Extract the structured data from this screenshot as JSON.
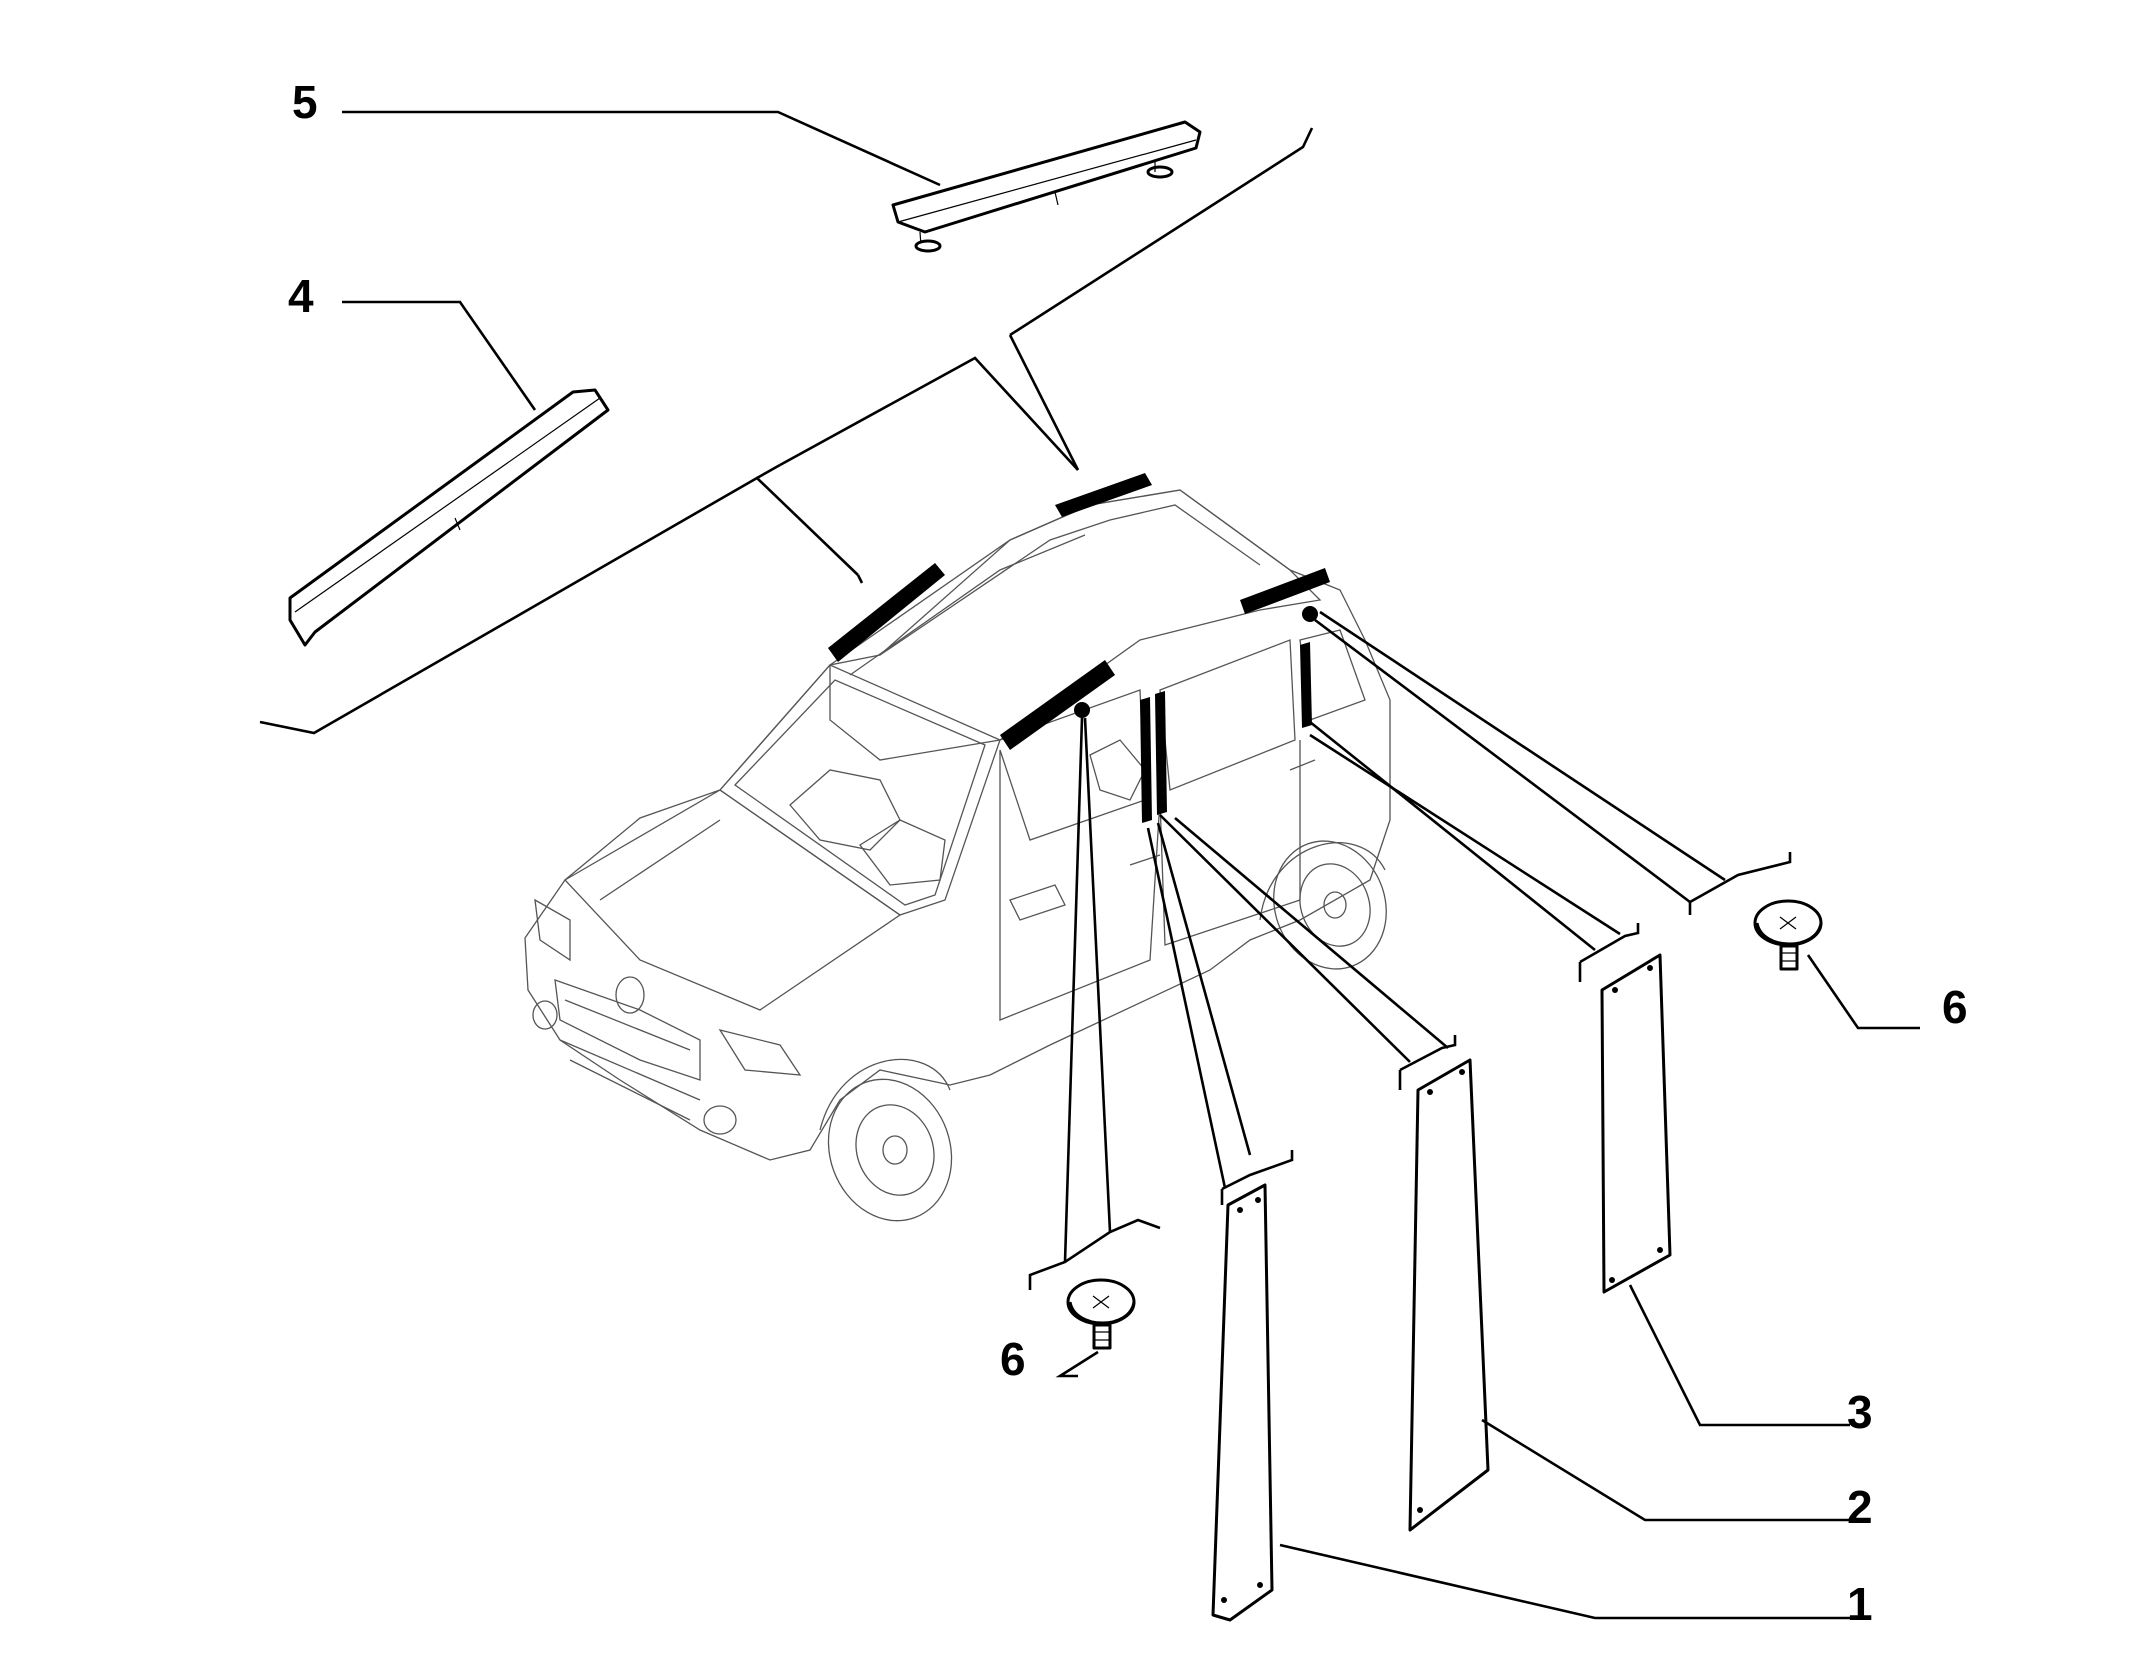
{
  "diagram": {
    "callouts": [
      {
        "id": "1",
        "label": "1"
      },
      {
        "id": "2",
        "label": "2"
      },
      {
        "id": "3",
        "label": "3"
      },
      {
        "id": "4",
        "label": "4"
      },
      {
        "id": "5",
        "label": "5"
      },
      {
        "id": "6a",
        "label": "6"
      },
      {
        "id": "6b",
        "label": "6"
      }
    ]
  }
}
